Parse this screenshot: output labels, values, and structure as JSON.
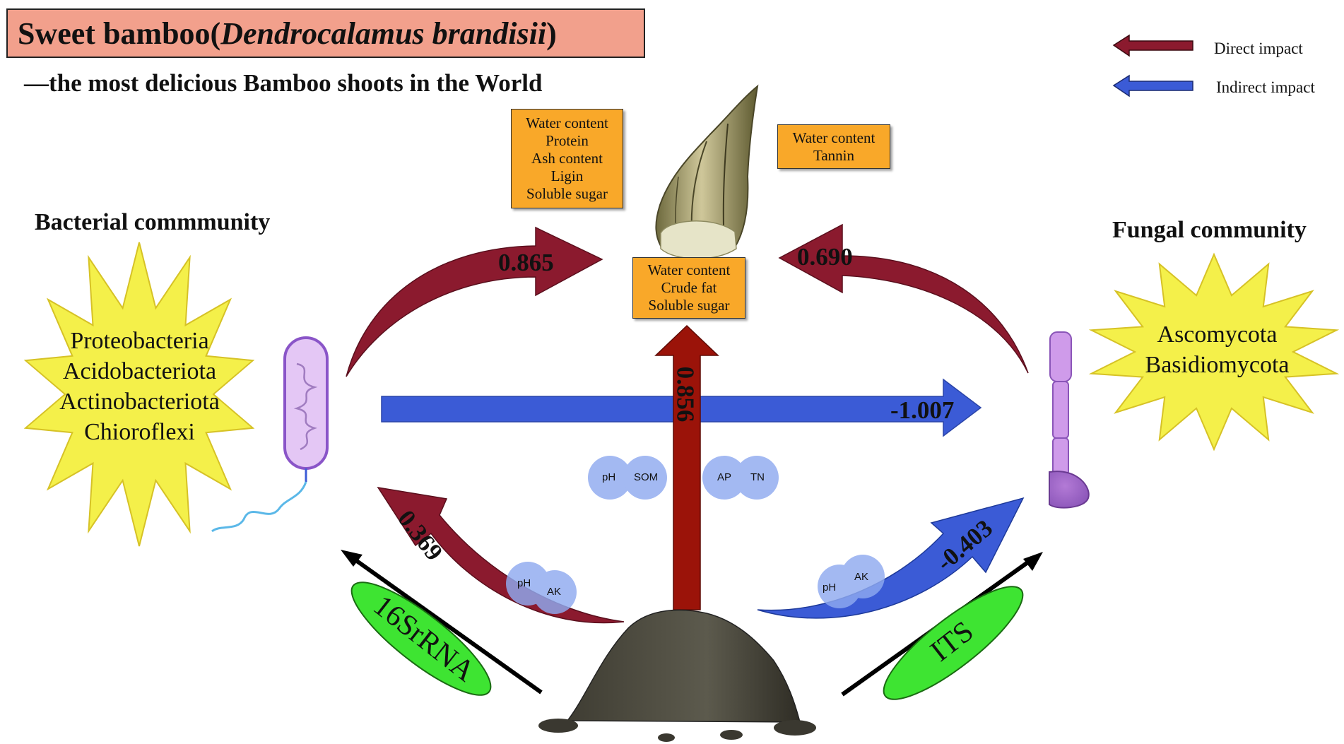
{
  "title": {
    "part1": "Sweet bamboo(",
    "italic": "Dendrocalamus brandisii",
    "part2": ")"
  },
  "subtitle": "—the most delicious Bamboo shoots in the World",
  "legend": {
    "direct": "Direct impact",
    "indirect": "Indirect impact",
    "direct_color": "#8B1A2E",
    "indirect_color": "#3B5BD6"
  },
  "bacterial": {
    "title": "Bacterial  commmunity",
    "phyla": [
      "Proteobacteria",
      "Acidobacteriota",
      "Actinobacteriota",
      "Chioroflexi"
    ]
  },
  "fungal": {
    "title": "Fungal community",
    "phyla": [
      "Ascomycota",
      "Basidiomycota"
    ]
  },
  "boxes": {
    "left": [
      "Water content",
      "Protein",
      "Ash content",
      "Ligin",
      "Soluble sugar"
    ],
    "right": [
      "Water content",
      "Tannin"
    ],
    "center": [
      "Water content",
      "Crude fat",
      "Soluble sugar"
    ]
  },
  "coefficients": {
    "bact_to_shoot": "0.865",
    "fungi_to_shoot": "0.690",
    "soil_to_shoot": "0.856",
    "bact_to_fungi": "-1.007",
    "soil_to_bact": "0.369",
    "soil_to_fungi": "-0.403"
  },
  "soil_factors": {
    "center_left": [
      "pH",
      "SOM"
    ],
    "center_right": [
      "AP",
      "TN"
    ],
    "left": [
      "pH",
      "AK"
    ],
    "right": [
      "pH",
      "AK"
    ]
  },
  "methods": {
    "bacterial": "16SrRNA",
    "fungal": "ITS"
  },
  "colors": {
    "title_bg": "#F2A08C",
    "box_bg": "#F9A829",
    "starburst": "#F4F04A",
    "ellipse": "#3EE432",
    "circle": "#8FAAF0",
    "red_arrow": "#9B1309",
    "maroon_arrow": "#8B1A2E",
    "blue_arrow": "#3B5BD6"
  },
  "icons": [
    "bamboo-shoot-icon",
    "bacterium-icon",
    "fungus-icon",
    "soil-pile-icon"
  ]
}
